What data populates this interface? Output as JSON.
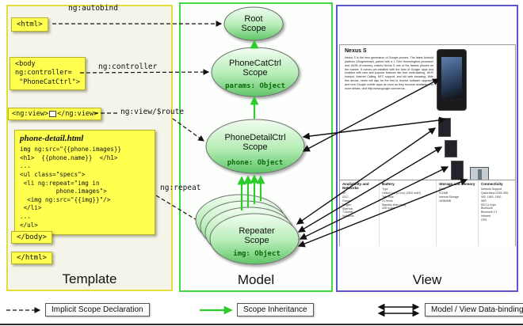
{
  "panels": {
    "template": {
      "label": "Template"
    },
    "model": {
      "label": "Model"
    },
    "view": {
      "label": "View"
    }
  },
  "template": {
    "html_open": "<html>",
    "body_open": "<body\nng:controller=\n \"PhoneCatCtrl\">",
    "ng_view_open": "<ng:view>",
    "ng_view_close": "</ng:view>",
    "body_close": "</body>",
    "html_close": "</html>",
    "code_block": {
      "title": "phone-detail.html",
      "lines": [
        "img ng:src=\"{{phone.images}}",
        "<h1>  {{phone.name}}  </h1>",
        "...",
        "<ul class=\"specs\">",
        " <li ng:repeat=\"img in",
        "          phone.images\">",
        "  <img ng:src=\"{{img}}\"/>",
        " </li>",
        "...",
        "</ul>"
      ]
    }
  },
  "annotations": {
    "ng_autobind": "ng:autobind",
    "ng_controller": "ng:controller",
    "ng_view_route": "ng:view/$route",
    "ng_repeat": "ng:repeat"
  },
  "scopes": {
    "root": {
      "line1": "Root",
      "line2": "Scope"
    },
    "phonecat": {
      "line1": "PhoneCatCtrl",
      "line2": "Scope",
      "prop": "params: Object"
    },
    "phonedetail": {
      "line1": "PhoneDetailCtrl",
      "line2": "Scope",
      "prop": "phone: Object"
    },
    "repeater": {
      "line1": "Repeater",
      "line2": "Scope",
      "prop": "img: Object"
    }
  },
  "view": {
    "page_title": "Nexus S",
    "description": "Nexus S is the next generation of Google phones. The latest Android platform (Gingerbread), paired with a 1 GHz Hummingbird processor and 16GB of memory, makes Nexus S one of the fastest phones on the market. It comes pre-installed with the best of Google apps and enabled with new and popular features like true multi-tasking, Wi-Fi hotspot, Internet Calling, NFC support, and full web browsing. With this device, users will also be the first to receive software upgrades and new Google mobile apps as soon as they become available. For more details, visit http://www.google.com/nexus.",
    "specs": [
      {
        "header": "Availability and Networks",
        "body": "M7,\nGCC,\nOrange,\nSingtel,\nStarHub,\nT-Mobile,\nVodafone"
      },
      {
        "header": "Battery",
        "body": "Type\nLithium Ion (Li-Ion) (1500 mAH)\nTalk Time\n14 hours\nStandby time (max)\n428 hours"
      },
      {
        "header": "Storage and Memory",
        "body": "RAM\n512MB\nInternal Storage\n16384MB"
      },
      {
        "header": "Connectivity",
        "body": "Network Support\nQuad-band GSM: 850, 900, 1800, 1900\nWiFi\n802.11 b/g/n\nBluetooth\nBluetooth 2.1\nInfrared\nGPS"
      }
    ]
  },
  "legend": {
    "implicit": "Implicit Scope Declaration",
    "inheritance": "Scope Inheritance",
    "databinding": "Model / View Data-binding"
  }
}
